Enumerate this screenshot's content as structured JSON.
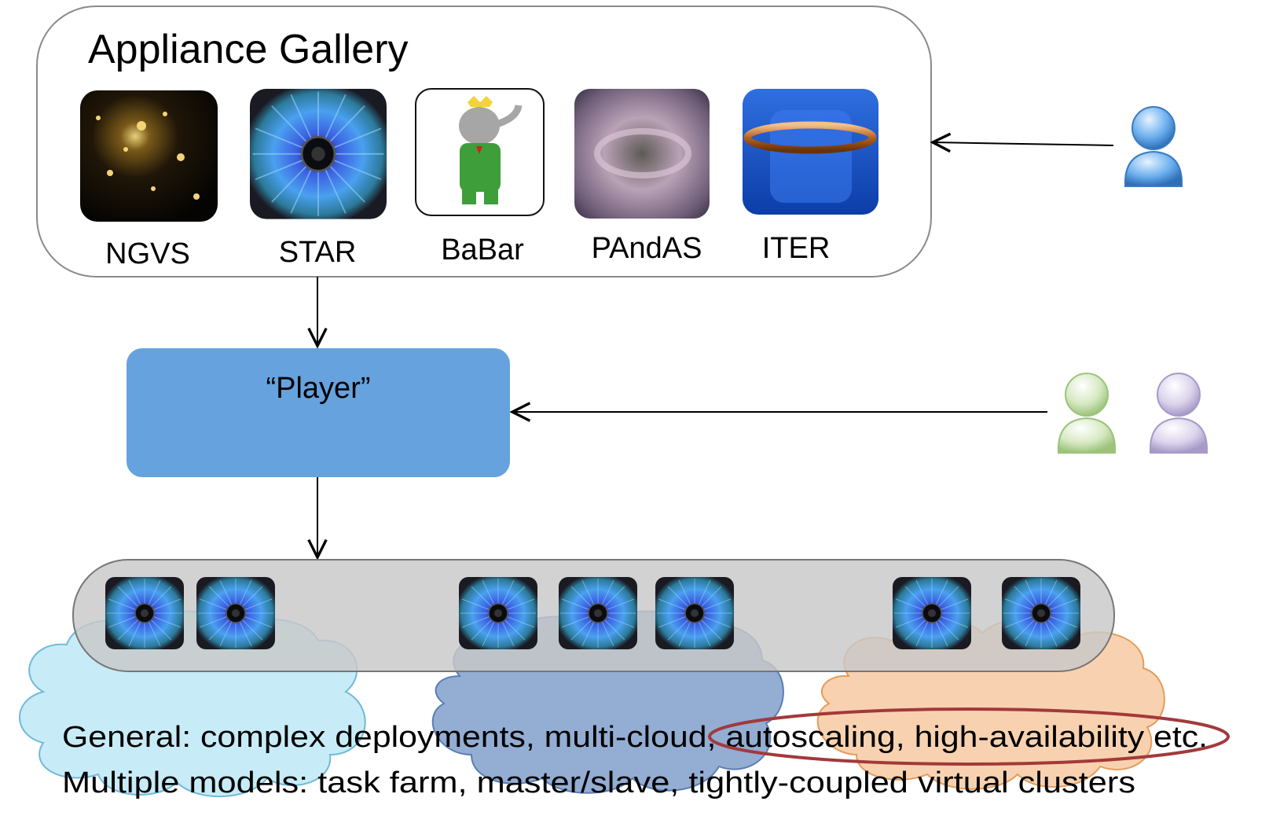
{
  "gallery": {
    "title": "Appliance Gallery",
    "appliances": [
      {
        "label": "NGVS",
        "icon": "galaxy-cluster-image-icon"
      },
      {
        "label": "STAR",
        "icon": "particle-collision-image-icon"
      },
      {
        "label": "BaBar",
        "icon": "babar-elephant-image-icon"
      },
      {
        "label": "PAndAS",
        "icon": "nebula-image-icon"
      },
      {
        "label": "ITER",
        "icon": "tokamak-ring-image-icon"
      }
    ]
  },
  "player": {
    "label": "“Player”"
  },
  "users": [
    {
      "name": "user-icon",
      "color": "#4a8fd8"
    },
    {
      "name": "user-icon",
      "color": "#9cc47a"
    },
    {
      "name": "user-icon",
      "color": "#a79ac8"
    }
  ],
  "clouds": [
    {
      "name": "cloud-icon",
      "color": "#c8ecf7"
    },
    {
      "name": "cloud-icon",
      "color": "#93add3"
    },
    {
      "name": "cloud-icon",
      "color": "#f8d2b0"
    }
  ],
  "vm_groups": [
    {
      "count": 2
    },
    {
      "count": 3
    },
    {
      "count": 2
    }
  ],
  "notes": {
    "line1": "General: complex deployments, multi-cloud, autoscaling, high-availability etc.",
    "line2": "Multiple models: task farm, master/slave, tightly-coupled virtual clusters"
  },
  "colors": {
    "player_fill": "#66a2de",
    "vm_bar_fill": "#d0d0d0",
    "highlight_ellipse": "#a2393b"
  }
}
